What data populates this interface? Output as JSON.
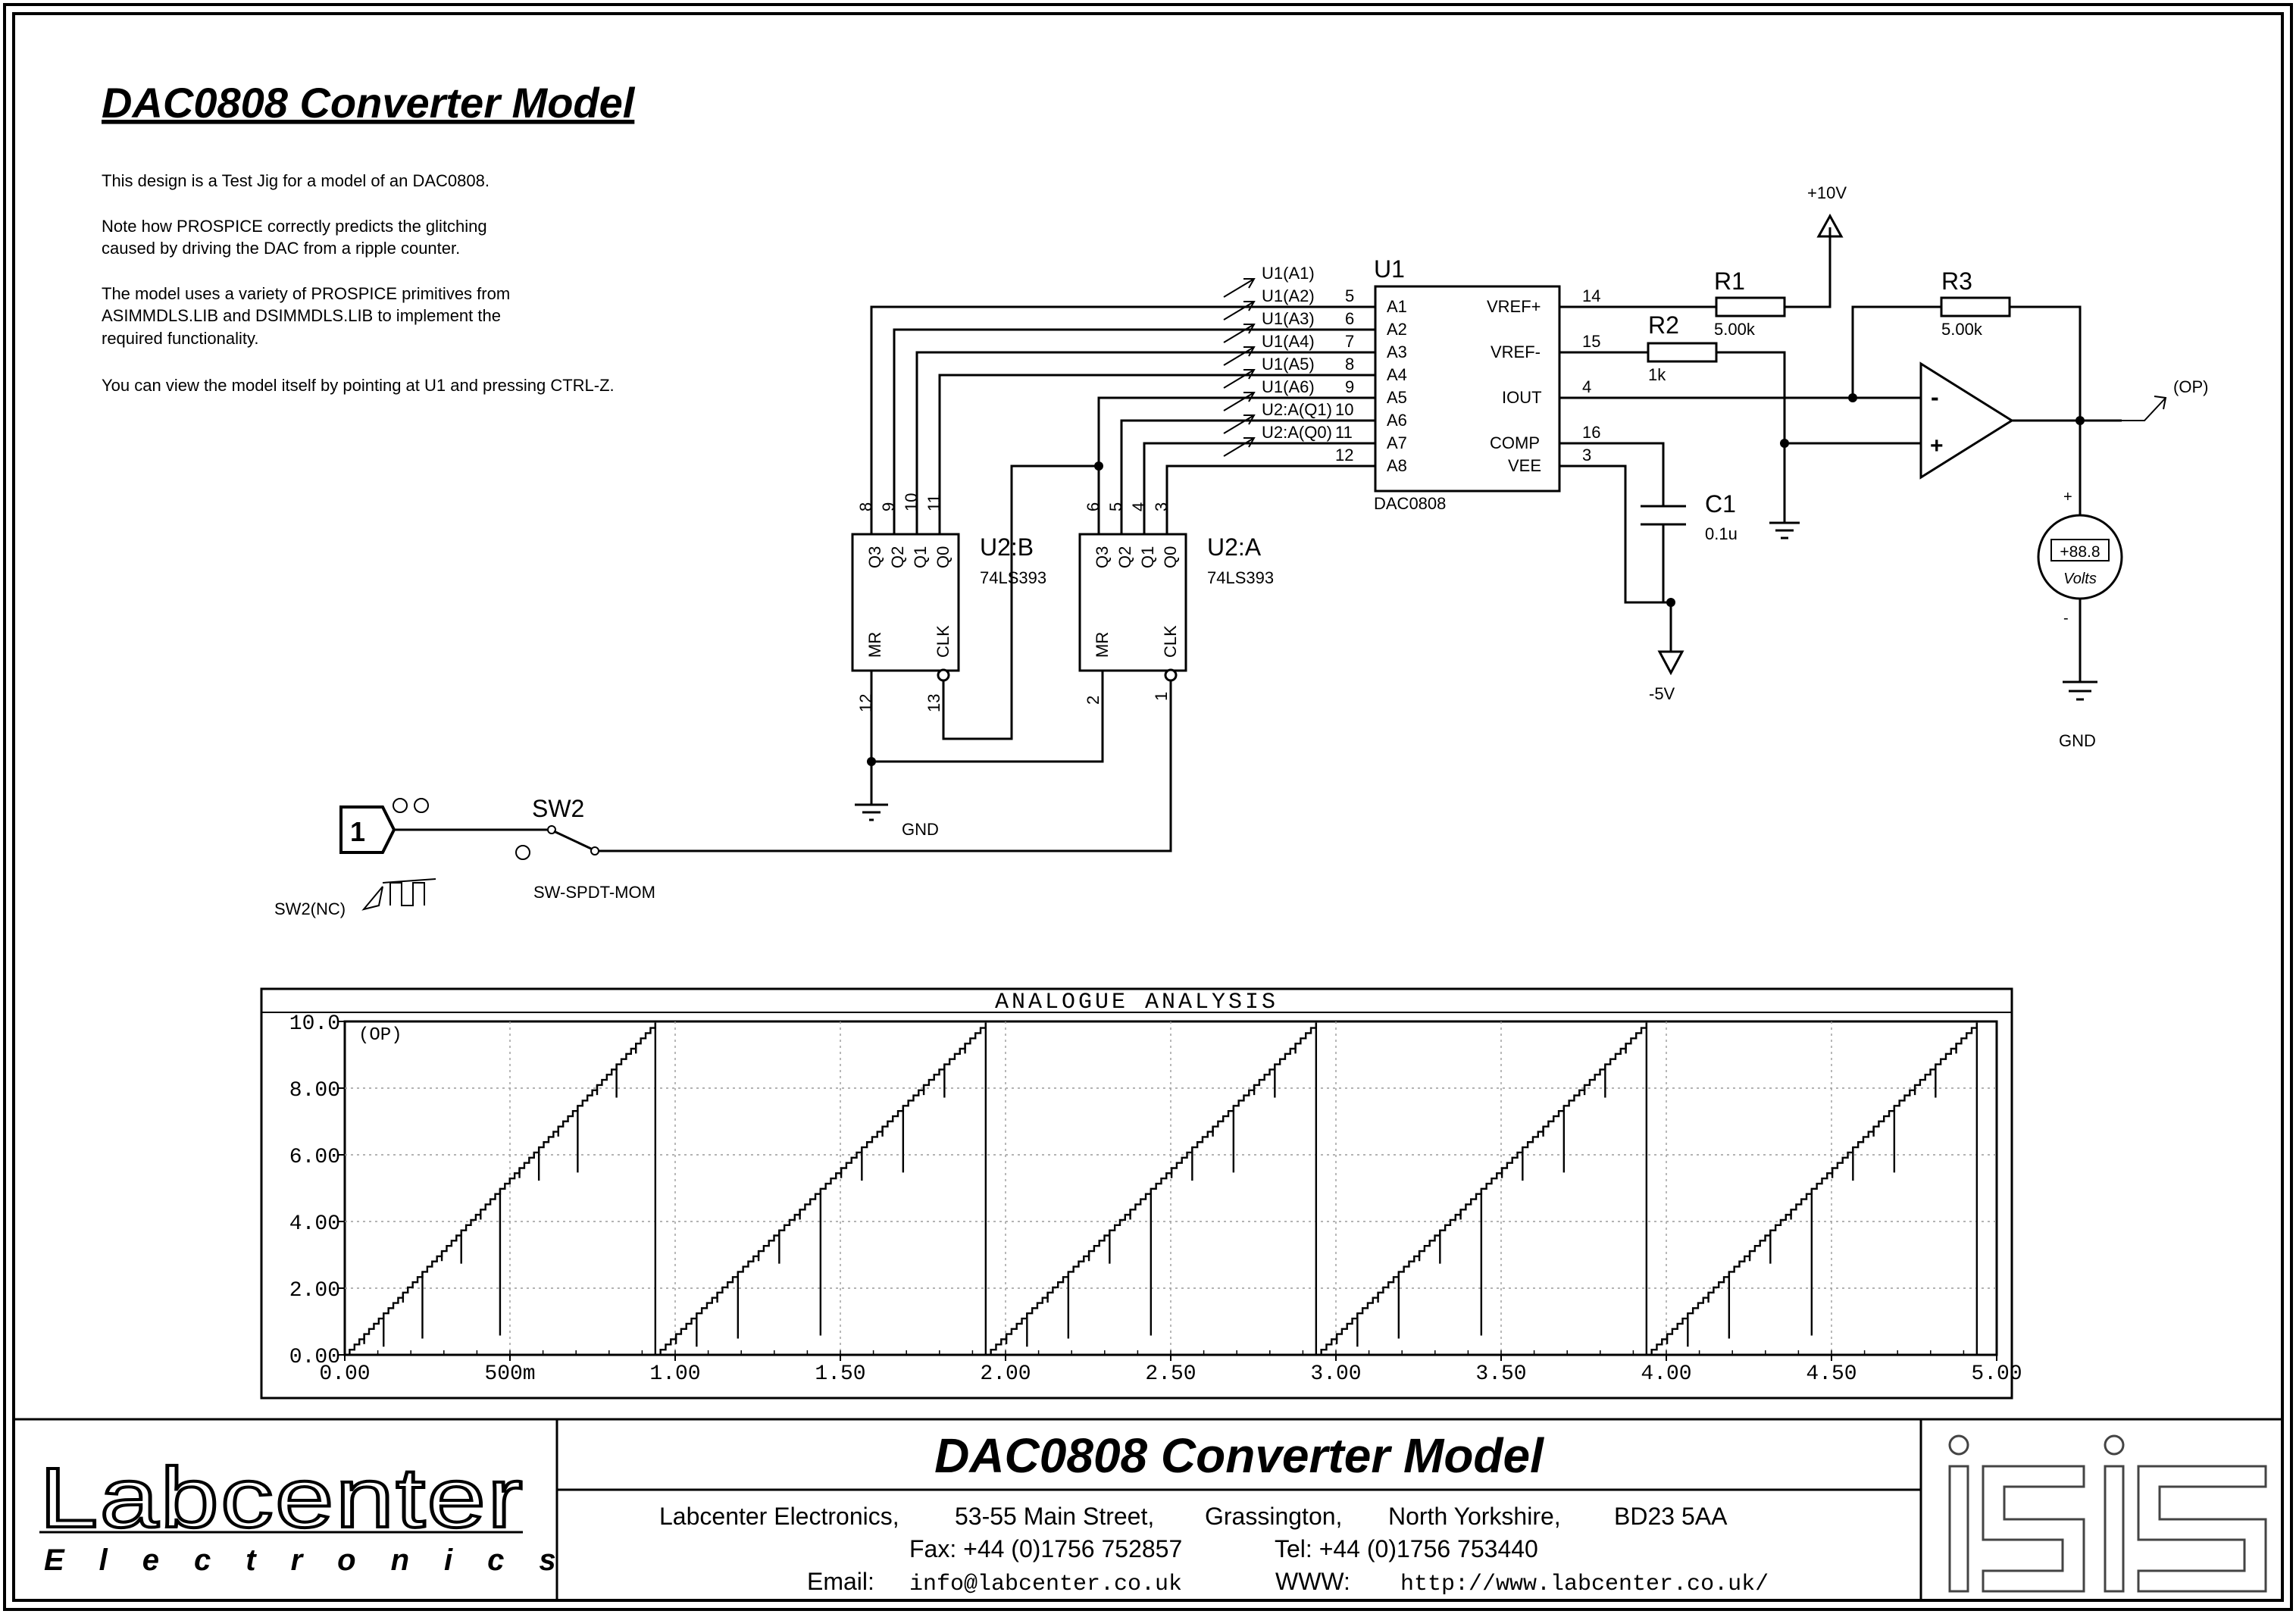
{
  "title": "DAC0808 Converter Model",
  "notes": [
    "This design is a Test Jig for a model of an DAC0808.",
    "Note how PROSPICE correctly predicts the glitching",
    "caused by driving the DAC from a ripple counter.",
    "The model uses a variety of PROSPICE primitives from",
    "ASIMMDLS.LIB and DSIMMDLS.LIB to implement the",
    "required functionality.",
    "You can view the model itself by pointing at U1 and pressing CTRL-Z."
  ],
  "schematic": {
    "u1": {
      "ref": "U1",
      "part": "DAC0808",
      "left_pins": [
        "A1",
        "A2",
        "A3",
        "A4",
        "A5",
        "A6",
        "A7",
        "A8"
      ],
      "left_pin_numbers": [
        "5",
        "6",
        "7",
        "8",
        "9",
        "10",
        "11",
        "12"
      ],
      "right_pins": [
        "VREF+",
        "VREF-",
        "IOUT",
        "COMP",
        "VEE"
      ],
      "right_pin_numbers": [
        "14",
        "15",
        "4",
        "16",
        "3"
      ]
    },
    "probes": [
      "U1(A1)",
      "U1(A2)",
      "U1(A3)",
      "U1(A4)",
      "U1(A5)",
      "U1(A6)",
      "U2:A(Q1)",
      "U2:A(Q0)"
    ],
    "u2b": {
      "ref": "U2:B",
      "part": "74LS393",
      "outputs": [
        "Q3",
        "Q2",
        "Q1",
        "Q0"
      ],
      "output_pins": [
        "8",
        "9",
        "10",
        "11"
      ],
      "mr": "MR",
      "clk": "CLK",
      "mr_pin": "12",
      "clk_pin": "13"
    },
    "u2a": {
      "ref": "U2:A",
      "part": "74LS393",
      "outputs": [
        "Q3",
        "Q2",
        "Q1",
        "Q0"
      ],
      "output_pins": [
        "6",
        "5",
        "4",
        "3"
      ],
      "mr": "MR",
      "clk": "CLK",
      "mr_pin": "2",
      "clk_pin": "1"
    },
    "r1": {
      "ref": "R1",
      "value": "5.00k"
    },
    "r2": {
      "ref": "R2",
      "value": "1k"
    },
    "r3": {
      "ref": "R3",
      "value": "5.00k"
    },
    "c1": {
      "ref": "C1",
      "value": "0.1u"
    },
    "supply_pos": "+10V",
    "supply_neg": "-5V",
    "gnd": "GND",
    "op_label": "(OP)",
    "opamp_minus": "-",
    "opamp_plus": "+",
    "voltmeter": {
      "reading": "+88.8",
      "unit": "Volts",
      "plus": "+",
      "minus": "-"
    },
    "sw2": {
      "ref": "SW2",
      "part": "SW-SPDT-MOM",
      "nc_label": "SW2(NC)"
    },
    "gen_label": "1"
  },
  "analysis": {
    "title": "ANALOGUE ANALYSIS",
    "trace_label": "(OP)"
  },
  "chart_data": {
    "type": "line",
    "title": "ANALOGUE ANALYSIS",
    "xlabel": "",
    "ylabel": "",
    "xlim": [
      0,
      5.0
    ],
    "ylim": [
      0,
      10.0
    ],
    "grid": true,
    "x_tick_labels": [
      "0.00",
      "500m",
      "1.00",
      "1.50",
      "2.00",
      "2.50",
      "3.00",
      "3.50",
      "4.00",
      "4.50",
      "5.00"
    ],
    "y_tick_labels": [
      "0.00",
      "2.00",
      "4.00",
      "6.00",
      "8.00",
      "10.0"
    ],
    "series": [
      {
        "name": "(OP)",
        "description_values": {
          "period": 1.0,
          "ramp_start": 0.0,
          "ramp_end": 10.0
        },
        "x": [
          0.0,
          0.94,
          0.94,
          1.94,
          1.94,
          2.94,
          2.94,
          3.94,
          3.94,
          4.94,
          4.94
        ],
        "values": [
          0.0,
          9.96,
          0.0,
          9.96,
          0.0,
          9.96,
          0.0,
          9.96,
          0.0,
          9.96,
          0.0
        ]
      }
    ]
  },
  "title_block": {
    "company_logo": "Labcenter",
    "company_sub": "Electronics",
    "title": "DAC0808 Converter Model",
    "address": [
      "Labcenter Electronics,",
      "53-55 Main Street,",
      "Grassington,",
      "North Yorkshire,",
      "BD23 5AA"
    ],
    "fax": "Fax: +44 (0)1756 752857",
    "tel": "Tel:  +44 (0)1756 753440",
    "email_label": "Email:",
    "email": "info@labcenter.co.uk",
    "www_label": "WWW:",
    "www": "http://www.labcenter.co.uk/",
    "product_logo": "isis"
  }
}
